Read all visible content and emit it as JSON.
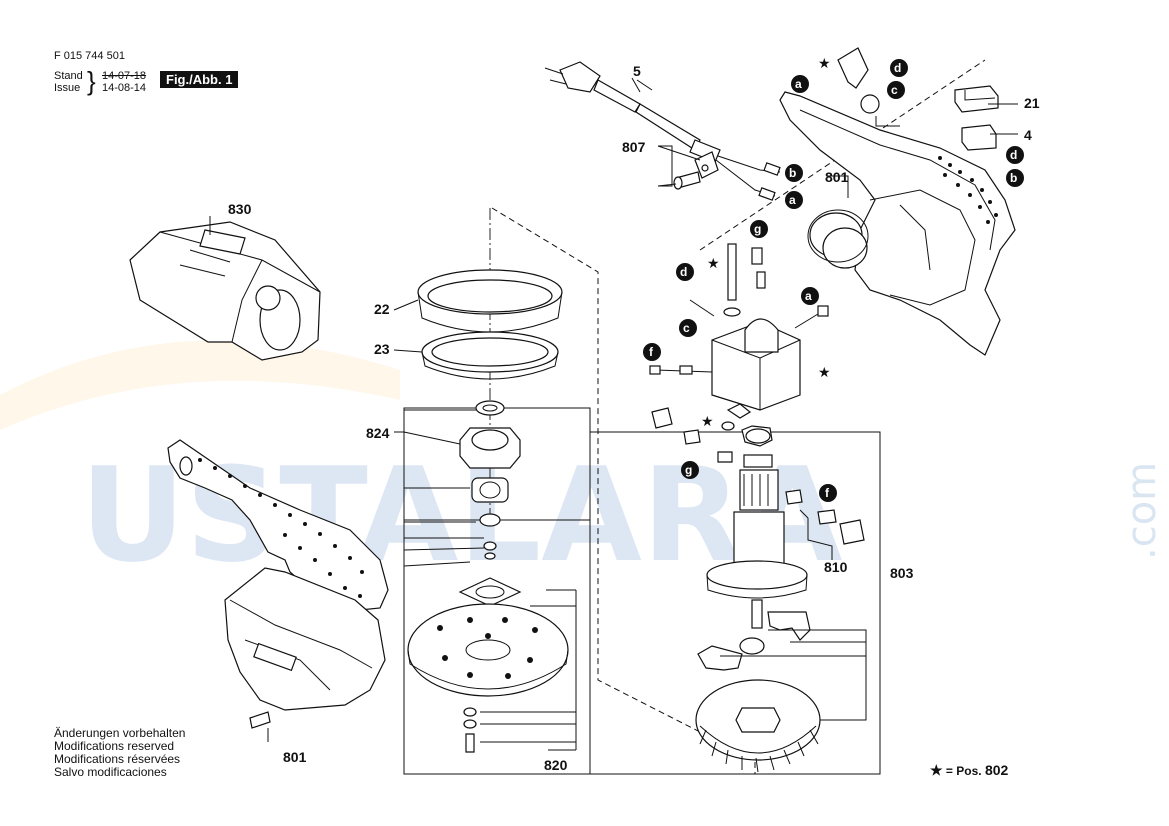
{
  "header": {
    "doc_number": "F 015 744 501",
    "stand_label": "Stand",
    "issue_label": "Issue",
    "stand_date": "14-07-18",
    "issue_date": "14-08-14",
    "fig_label": "Fig./Abb. 1"
  },
  "notes": [
    "Änderungen vorbehalten",
    "Modifications reserved",
    "Modifications réservées",
    "Salvo modificaciones"
  ],
  "legend": {
    "star": "★",
    "text": "= Pos.",
    "pos": "802"
  },
  "watermark": {
    "main": "USTALARA",
    "suffix": ".com"
  },
  "part_numbers": {
    "p5": "5",
    "p807": "807",
    "p801_top": "801",
    "p21": "21",
    "p4": "4",
    "p830": "830",
    "p22": "22",
    "p23": "23",
    "p824": "824",
    "p810": "810",
    "p803": "803",
    "p801_bottom": "801",
    "p820": "820"
  },
  "tags": {
    "a": "a",
    "b": "b",
    "c": "c",
    "d": "d",
    "f": "f",
    "g": "g",
    "star": "★"
  },
  "colors": {
    "ink": "#111111",
    "watermark_blue": "#4a7fc2",
    "watermark_orange": "#f2b233"
  }
}
